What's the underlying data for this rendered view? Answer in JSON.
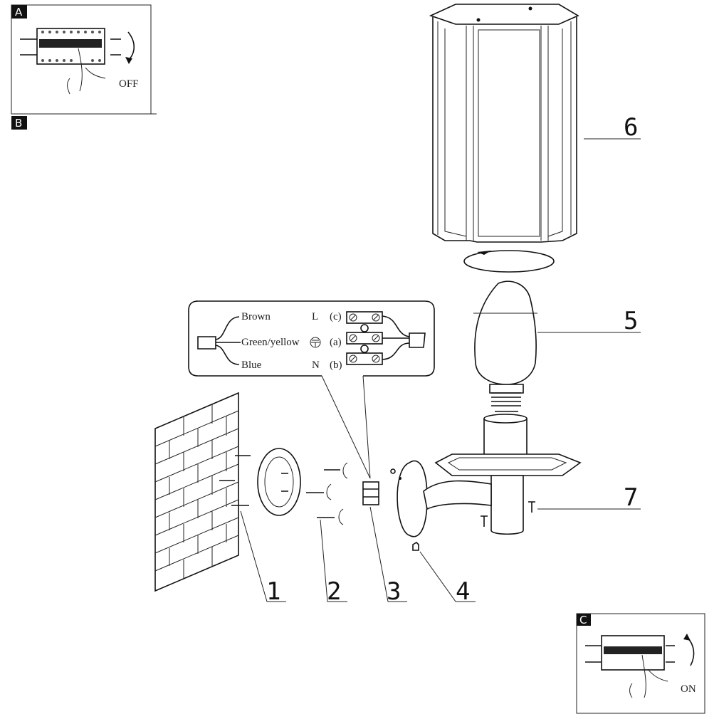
{
  "steps": {
    "a": {
      "badge": "A",
      "switch_label": "OFF"
    },
    "b": {
      "badge": "B"
    },
    "c": {
      "badge": "C",
      "switch_label": "ON"
    }
  },
  "wiring": {
    "wires": [
      {
        "color": "Brown",
        "terminal": "L",
        "slot": "(c)"
      },
      {
        "color": "Green/yellow",
        "terminal": "earth-icon",
        "slot": "(a)"
      },
      {
        "color": "Blue",
        "terminal": "N",
        "slot": "(b)"
      }
    ]
  },
  "parts": [
    "1",
    "2",
    "3",
    "4",
    "5",
    "6",
    "7"
  ]
}
